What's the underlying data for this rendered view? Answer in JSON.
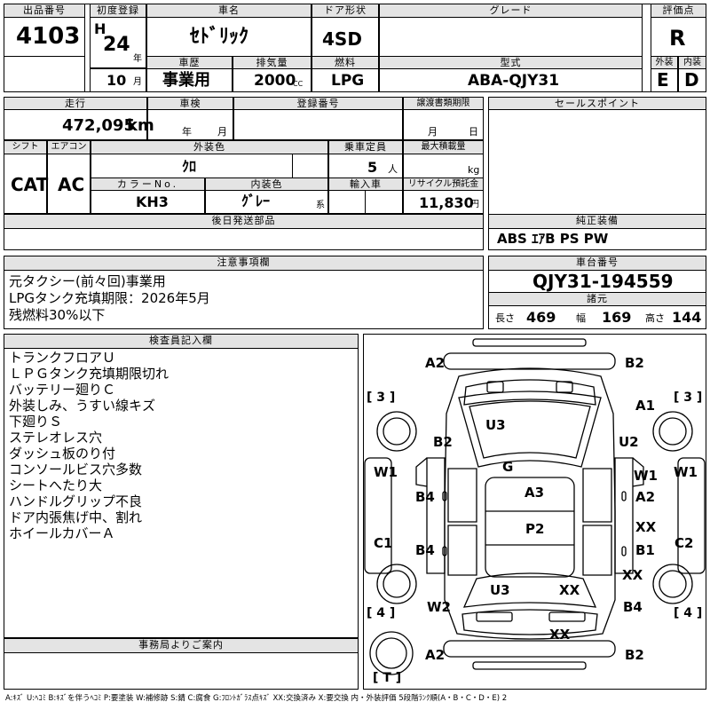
{
  "header": {
    "lot_label": "出品番号",
    "lot": "4103",
    "reg_label": "初度登録",
    "era": "H",
    "year": "24",
    "year_unit": "年",
    "month": "10",
    "month_unit": "月",
    "model_label": "車名",
    "model": "ｾﾄﾞﾘｯｸ",
    "door_label": "ドア形状",
    "door": "4SD",
    "grade_label": "グレード",
    "grade": "",
    "score_label": "評価点",
    "score": "R",
    "history_label": "車歴",
    "history": "事業用",
    "displacement_label": "排気量",
    "displacement": "2000",
    "displacement_unit": "CC",
    "fuel_label": "燃料",
    "fuel": "LPG",
    "type_label": "型式",
    "type": "ABA-QJY31",
    "ext_label": "外装",
    "ext": "E",
    "int_label": "内装",
    "int": "D"
  },
  "row2": {
    "mileage_label": "走行",
    "mileage": "472,095",
    "mileage_unit": "km",
    "inspection_label": "車検",
    "inspection_year_unit": "年",
    "inspection_month_unit": "月",
    "plate_label": "登録番号",
    "transfer_label": "譲渡書類期限",
    "transfer_month_unit": "月",
    "transfer_day_unit": "日",
    "shift_label": "シフト",
    "shift": "CAT",
    "ac_label": "エアコン",
    "ac": "AC",
    "color_label": "外装色",
    "color": "ｸﾛ",
    "capacity_label": "乗車定員",
    "capacity": "5",
    "capacity_unit": "人",
    "load_label": "最大積載量",
    "load_unit": "kg",
    "color_no_label": "カラーNo.",
    "color_no": "KH3",
    "interior_label": "内装色",
    "interior": "ｸﾞﾚｰ",
    "interior_suffix": "系",
    "import_label": "輸入車",
    "recycle_label": "リサイクル預託金",
    "recycle": "11,830",
    "recycle_unit": "円",
    "later_parts_label": "後日発送部品"
  },
  "sales": {
    "label": "セールスポイント"
  },
  "equipment": {
    "label": "純正装備",
    "value": "ABS ｴｱB PS PW"
  },
  "notes": {
    "label": "注意事項欄",
    "lines": [
      "元タクシー(前々回)事業用",
      "LPGタンク充填期限：2026年5月",
      "残燃料30%以下"
    ]
  },
  "chassis": {
    "label": "車台番号",
    "value": "QJY31-194559"
  },
  "dims": {
    "label": "諸元",
    "len_label": "長さ",
    "len": "469",
    "width_label": "幅",
    "width": "169",
    "height_label": "高さ",
    "height": "144"
  },
  "inspector": {
    "label": "検査員記入欄",
    "lines": [
      "トランクフロアＵ",
      "ＬＰＧタンク充填期限切れ",
      "バッテリー廻りＣ",
      "外装しみ、うすい線キズ",
      "下廻りＳ",
      "ステレオレス穴",
      "ダッシュ板のり付",
      "コンソールビス穴多数",
      "シートへたり大",
      "ハンドルグリップ不良",
      "ドア内張焦げ中、割れ",
      "ホイールカバーＡ"
    ]
  },
  "office": {
    "label": "事務局よりご案内"
  },
  "diagram": {
    "labels": {
      "a2_top": "A2",
      "b2_top": "B2",
      "a1": "A1",
      "b2_left": "B2",
      "u3_top": "U3",
      "u2": "U2",
      "g": "G",
      "w1_left": "W1",
      "w1_right": "W1",
      "w1_inner": "W1",
      "a3": "A3",
      "a2_inner": "A2",
      "b4_upper": "B4",
      "p2": "P2",
      "xx_1": "XX",
      "b4_lower": "B4",
      "b1": "B1",
      "c1": "C1",
      "c2": "C2",
      "xx_2": "XX",
      "u3_bottom": "U3",
      "xx_3": "XX",
      "w2": "W2",
      "b4_right": "B4",
      "xx_4": "XX",
      "a2_bottom": "A2",
      "b2_bottom": "B2"
    },
    "brackets": {
      "tl": "[ 3 ]",
      "tr": "[ 3 ]",
      "bl": "[ 4 ]",
      "br": "[ 4 ]",
      "t": "[ T ]"
    }
  },
  "legend": "A:ｷｽﾞ U:ﾍｺﾐ B:ｷｽﾞを伴うﾍｺﾐ P:要塗装 W:補修跡 S:錆 C:腐食 G:ﾌﾛﾝﾄｶﾞﾗｽ点ｷｽﾞ XX:交換済み X:要交換 内・外装評価 5段階ﾗﾝｸ順(A・B・C・D・E) 2"
}
